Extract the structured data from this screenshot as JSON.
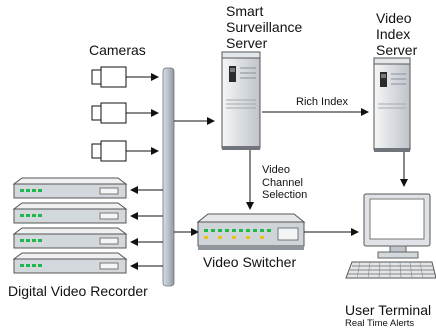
{
  "labels": {
    "cameras": "Cameras",
    "smart_server": [
      "Smart",
      "Surveillance",
      "Server"
    ],
    "video_index_server": [
      "Video",
      "Index",
      "Server"
    ],
    "rich_index": "Rich Index",
    "video_channel_selection": [
      "Video",
      "Channel",
      "Selection"
    ],
    "video_switcher": "Video Switcher",
    "digital_video_recorder": "Digital Video Recorder",
    "user_terminal": "User Terminal",
    "real_time_alerts": "Real Time Alerts"
  },
  "colors": {
    "line": "#111111",
    "bus": "#bfc5cc",
    "device_light": "#e9ecef",
    "device_mid": "#c9ced4",
    "device_dark": "#8f969e",
    "led_green": "#1fb84a",
    "led_yellow": "#e6c21a",
    "accent_blue": "#2a63b8"
  }
}
